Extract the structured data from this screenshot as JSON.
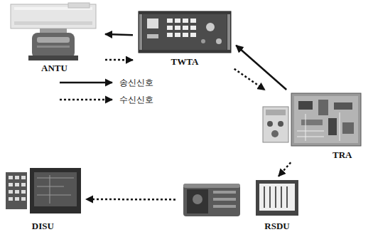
{
  "diagram": {
    "nodes": [
      {
        "text": [
          "ANTU"
        ]
      },
      {
        "text": [
          "TWTA"
        ]
      },
      {
        "text": [
          "TRA"
        ]
      },
      {
        "text": [
          "RSDU"
        ]
      },
      {
        "text": [
          "DISU"
        ]
      }
    ],
    "edges": [
      {
        "from": 1,
        "to": 0,
        "arrow": "to"
      },
      {
        "from": 0,
        "to": 1,
        "arrow": "to"
      },
      {
        "from": 1,
        "to": 2,
        "arrow": "to"
      },
      {
        "from": 2,
        "to": 1,
        "arrow": "to"
      },
      {
        "from": 2,
        "to": 3,
        "arrow": "to"
      },
      {
        "from": 3,
        "to": 4,
        "arrow": "to"
      }
    ],
    "legend": [
      {
        "text": "송신신호"
      },
      {
        "text": "수신신호"
      }
    ]
  }
}
